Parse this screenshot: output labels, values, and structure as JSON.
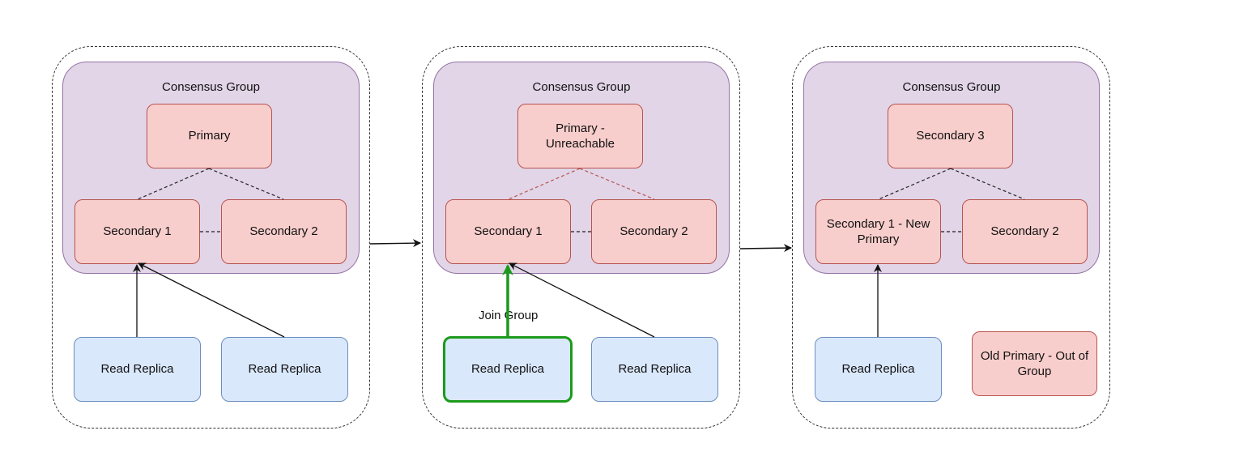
{
  "panels": [
    {
      "group_title": "Consensus Group",
      "top": "Primary",
      "secondary_a": "Secondary 1",
      "secondary_b": "Secondary 2",
      "replica_a": "Read Replica",
      "replica_b": "Read Replica"
    },
    {
      "group_title": "Consensus Group",
      "top": "Primary - Unreachable",
      "secondary_a": "Secondary 1",
      "secondary_b": "Secondary 2",
      "replica_a": "Read Replica",
      "replica_b": "Read Replica",
      "edge_label": "Join Group"
    },
    {
      "group_title": "Consensus Group",
      "top": "Secondary 3",
      "secondary_a": "Secondary 1 - New Primary",
      "secondary_b": "Secondary 2",
      "replica_a": "Read Replica",
      "out_of_group": "Old Primary - Out of Group"
    }
  ],
  "colors": {
    "group_fill": "#e1d5e7",
    "group_border": "#9673a6",
    "node_red_fill": "#f8cecc",
    "node_red_border": "#b85450",
    "node_blue_fill": "#dae8fc",
    "node_blue_border": "#6c8ebf",
    "highlight_green": "#1c9a1c",
    "unreachable_link": "#b85450"
  }
}
